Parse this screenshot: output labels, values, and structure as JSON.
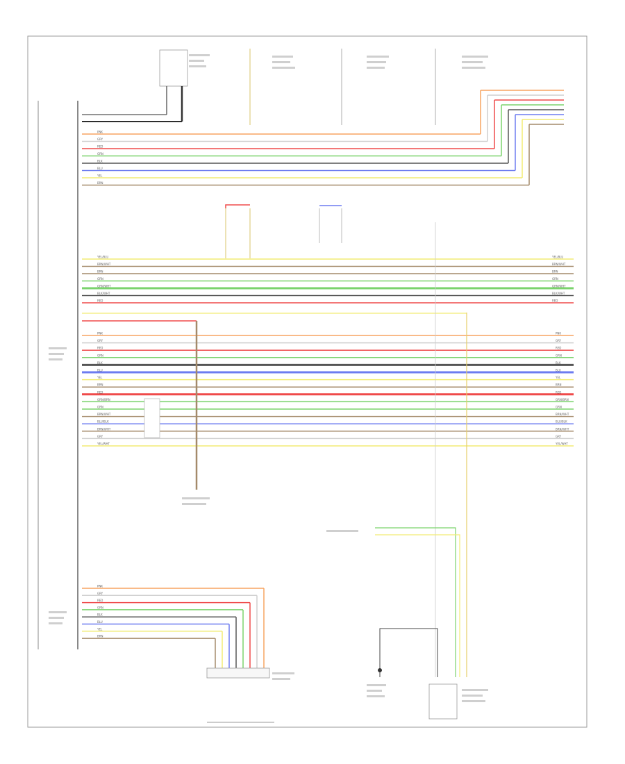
{
  "connectors": [
    {
      "pins": [
        "PNK",
        "GRY",
        "RED",
        "GRN",
        "BLK",
        "BLU",
        "YEL",
        "BRN"
      ]
    },
    {
      "pins": [
        "YEL/BLU",
        "BRN/WHT",
        "BRN",
        "GRN",
        "GRN/WHT",
        "BLK/WHT",
        "RED"
      ]
    },
    {
      "pins": [
        "PNK",
        "GRY",
        "RED",
        "GRN",
        "BLK",
        "BLU",
        "YEL",
        "BRN",
        "RED",
        "GRN/BRN",
        "GRN",
        "BRN/WHT",
        "BLU/BLK",
        "BRN/WHT",
        "GRY",
        "YEL/WHT"
      ]
    },
    {
      "pins": [
        "PNK",
        "GRY",
        "RED",
        "GRN",
        "BLK",
        "BLU",
        "YEL",
        "BRN"
      ]
    }
  ],
  "colors": {
    "pink": "#f6b9b0",
    "orange": "#f7a460",
    "red": "#ef4a4a",
    "green": "#7ad36c",
    "light_green": "#b8e6a8",
    "blue": "#6d7cf0",
    "yellow": "#f2ec74",
    "dark": "#555555",
    "brown": "#a48a6a",
    "black": "#2d2d2d",
    "border": "#999999"
  }
}
